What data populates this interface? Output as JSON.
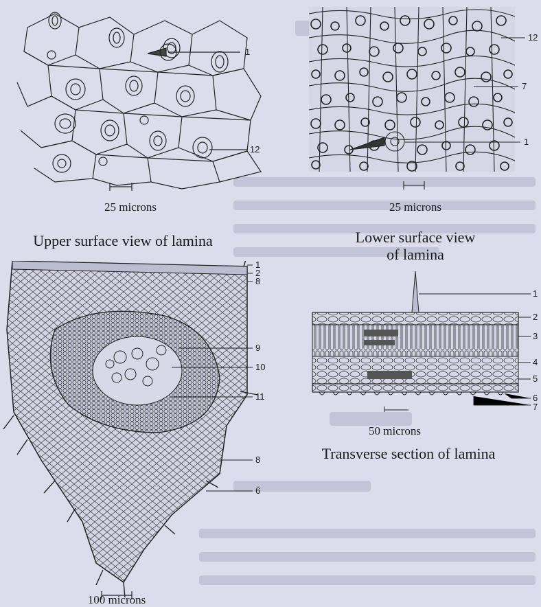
{
  "panels": {
    "upper_surface": {
      "caption": "Upper surface view of lamina",
      "scale": "25 microns",
      "callouts": [
        "1",
        "12"
      ]
    },
    "lower_surface": {
      "caption_line1": "Lower surface view",
      "caption_line2": "of lamina",
      "scale": "25 microns",
      "callouts": [
        "12",
        "7",
        "1"
      ]
    },
    "midrib_section": {
      "scale": "100 microns",
      "callouts": [
        "1",
        "2",
        "8",
        "9",
        "10",
        "11",
        "8",
        "6"
      ]
    },
    "lamina_section": {
      "caption": "Transverse section of lamina",
      "scale": "50 microns",
      "callouts": [
        "1",
        "2",
        "3",
        "4",
        "5",
        "6",
        "7"
      ]
    }
  },
  "colors": {
    "background": "#dcdcec",
    "ink": "#1a1a1a",
    "ghost_text": "#b9b9cf"
  }
}
